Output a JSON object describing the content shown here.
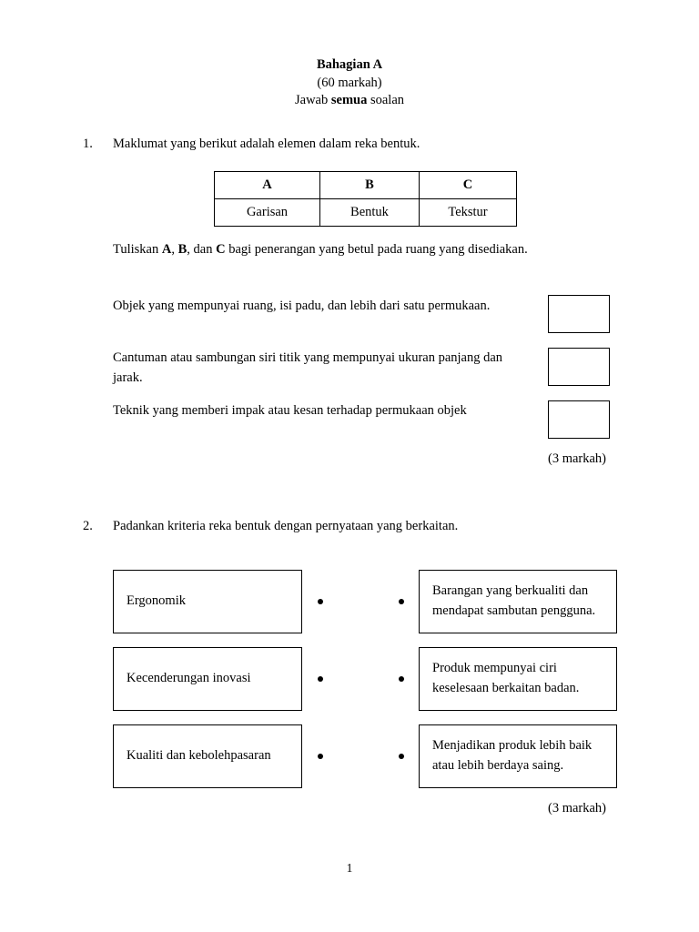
{
  "header": {
    "line1": "Bahagian A",
    "line2": "(60 markah)",
    "line3_prefix": "Jawab ",
    "line3_bold": "semua",
    "line3_suffix": " soalan"
  },
  "question1": {
    "number": "1.",
    "prompt": "Maklumat yang berikut adalah elemen dalam reka bentuk.",
    "table": {
      "headers": [
        "A",
        "B",
        "C"
      ],
      "values": [
        "Garisan",
        "Bentuk",
        "Tekstur"
      ]
    },
    "instruction_prefix": "Tuliskan ",
    "instruction_a": "A",
    "instruction_sep1": ", ",
    "instruction_b": "B",
    "instruction_sep2": ", dan ",
    "instruction_c": "C",
    "instruction_suffix": " bagi penerangan yang betul pada ruang yang disediakan.",
    "statements": [
      "Objek yang mempunyai ruang, isi padu, dan lebih dari satu permukaan.",
      "Cantuman atau sambungan siri titik yang mempunyai ukuran panjang dan jarak.",
      "Teknik yang memberi impak atau kesan terhadap permukaan objek"
    ],
    "answers": [
      "",
      "",
      ""
    ],
    "marks": "(3 markah)"
  },
  "question2": {
    "number": "2.",
    "prompt": "Padankan kriteria reka bentuk dengan pernyataan yang berkaitan.",
    "left_items": [
      "Ergonomik",
      "Kecenderungan inovasi",
      "Kualiti dan kebolehpasaran"
    ],
    "right_items": [
      "Barangan yang berkualiti dan mendapat sambutan pengguna.",
      "Produk mempunyai ciri keselesaan berkaitan badan.",
      "Menjadikan produk lebih baik atau lebih berdaya saing."
    ],
    "marks": "(3 markah)"
  },
  "footer": {
    "page_number": "1"
  }
}
